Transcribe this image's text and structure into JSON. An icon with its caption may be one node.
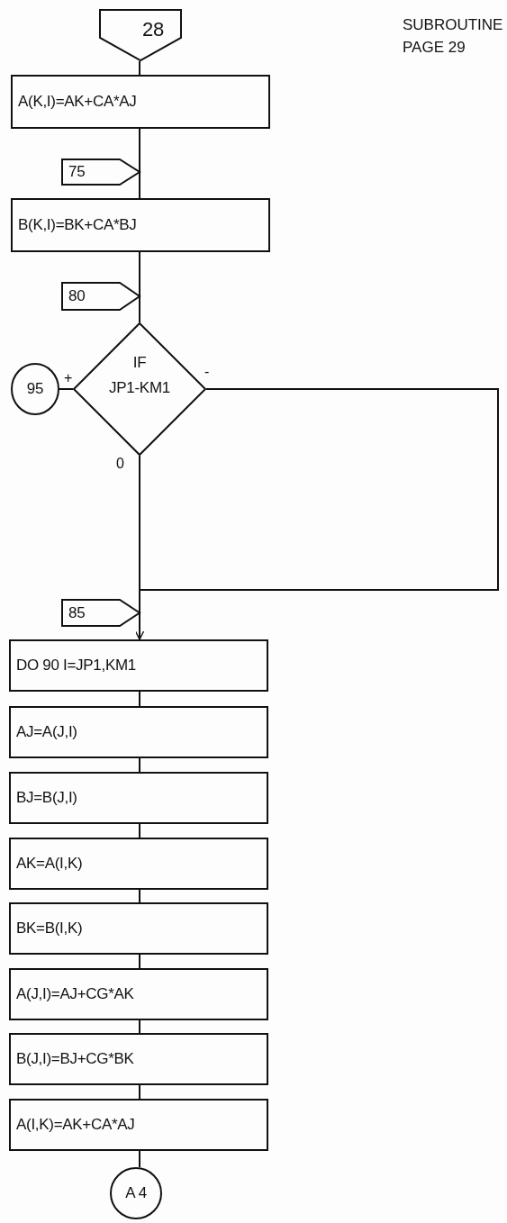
{
  "diagram": {
    "nodes": [
      {
        "text": [
          "28"
        ]
      },
      {
        "text": [
          "A(K,I)=AK+CA*AJ"
        ]
      },
      {
        "text": [
          "75"
        ]
      },
      {
        "text": [
          "B(K,I)=BK+CA*BJ"
        ]
      },
      {
        "text": [
          "80"
        ]
      },
      {
        "text": [
          "IF",
          "JP1-KM1"
        ]
      },
      {
        "text": [
          "95"
        ]
      },
      {
        "text": [
          "85"
        ]
      },
      {
        "text": [
          "DO 90 I=JP1,KM1"
        ]
      },
      {
        "text": [
          "AJ=A(J,I)"
        ]
      },
      {
        "text": [
          "BJ=B(J,I)"
        ]
      },
      {
        "text": [
          "AK=A(I,K)"
        ]
      },
      {
        "text": [
          "BK=B(I,K)"
        ]
      },
      {
        "text": [
          "A(J,I)=AJ+CG*AK"
        ]
      },
      {
        "text": [
          "B(J,I)=BJ+CG*BK"
        ]
      },
      {
        "text": [
          "A(I,K)=AK+CA*AJ"
        ]
      },
      {
        "text": [
          "A 4"
        ]
      }
    ],
    "edges": [
      {
        "from": 0,
        "to": 1,
        "arrow": "none"
      },
      {
        "from": 1,
        "to": 3,
        "arrow": "none"
      },
      {
        "from": 3,
        "to": 5,
        "arrow": "none"
      },
      {
        "from": 5,
        "to": 6,
        "arrow": "none",
        "label": "+"
      },
      {
        "from": 5,
        "to": 8,
        "arrow": "none",
        "label": "0"
      },
      {
        "from": 5,
        "to": 8,
        "arrow": "to",
        "label": "-"
      },
      {
        "from": 8,
        "to": 9,
        "arrow": "none"
      },
      {
        "from": 9,
        "to": 10,
        "arrow": "none"
      },
      {
        "from": 10,
        "to": 11,
        "arrow": "none"
      },
      {
        "from": 11,
        "to": 12,
        "arrow": "none"
      },
      {
        "from": 12,
        "to": 13,
        "arrow": "none"
      },
      {
        "from": 13,
        "to": 14,
        "arrow": "none"
      },
      {
        "from": 14,
        "to": 15,
        "arrow": "none"
      },
      {
        "from": 15,
        "to": 16,
        "arrow": "none"
      }
    ],
    "labels": [
      "SUBROUTINE",
      "PAGE 29"
    ]
  }
}
